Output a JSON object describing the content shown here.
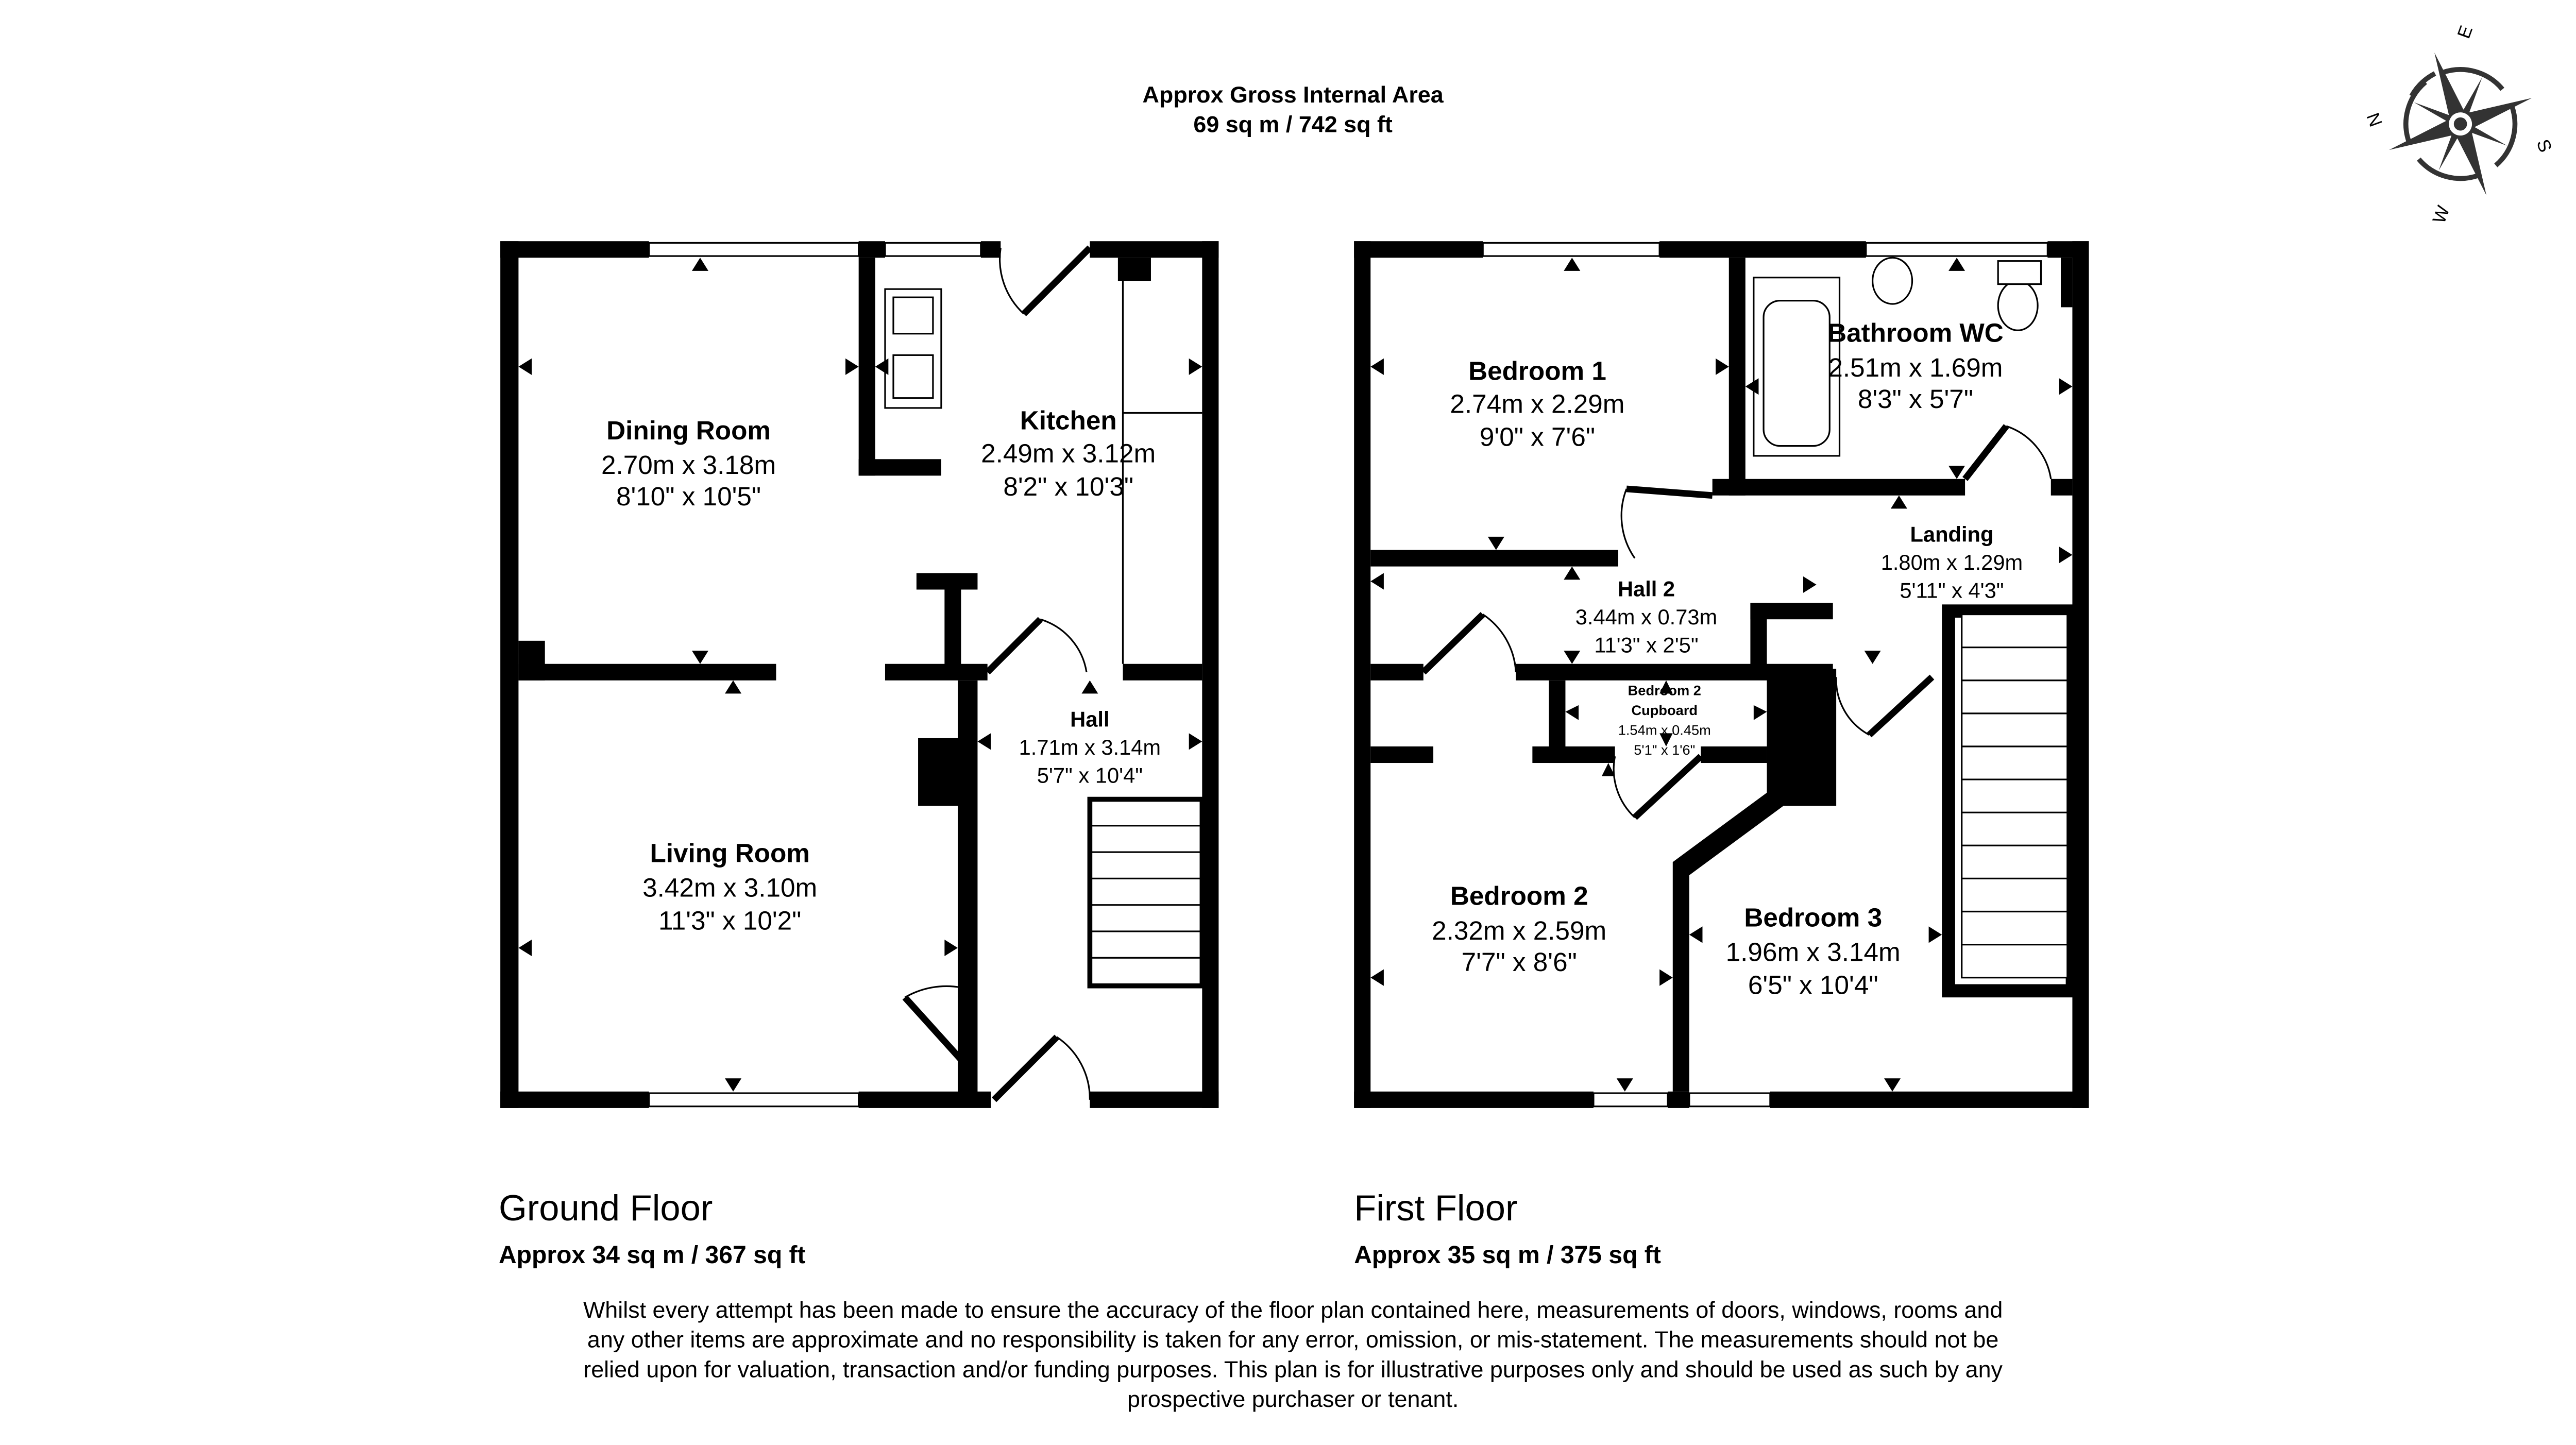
{
  "header": {
    "title": "Approx Gross Internal Area",
    "area": "69 sq m / 742 sq ft"
  },
  "compass": {
    "n": "N",
    "e": "E",
    "s": "S",
    "w": "W"
  },
  "ground_floor": {
    "title": "Ground Floor",
    "area": "Approx 34 sq m / 367 sq ft",
    "rooms": [
      {
        "name": "Dining Room",
        "metric": "2.70m x 3.18m",
        "imperial": "8'10\" x 10'5\""
      },
      {
        "name": "Kitchen",
        "metric": "2.49m x 3.12m",
        "imperial": "8'2\" x 10'3\""
      },
      {
        "name": "Living Room",
        "metric": "3.42m x 3.10m",
        "imperial": "11'3\" x 10'2\""
      },
      {
        "name": "Hall",
        "metric": "1.71m x 3.14m",
        "imperial": "5'7\" x 10'4\""
      }
    ]
  },
  "first_floor": {
    "title": "First Floor",
    "area": "Approx 35 sq m / 375 sq ft",
    "rooms": [
      {
        "name": "Bedroom 1",
        "metric": "2.74m x 2.29m",
        "imperial": "9'0\" x 7'6\""
      },
      {
        "name": "Bathroom WC",
        "metric": "2.51m x 1.69m",
        "imperial": "8'3\" x 5'7\""
      },
      {
        "name": "Landing",
        "metric": "1.80m x 1.29m",
        "imperial": "5'11\" x 4'3\""
      },
      {
        "name": "Hall 2",
        "metric": "3.44m x 0.73m",
        "imperial": "11'3\" x 2'5\""
      },
      {
        "name": "Bedroom 2",
        "name2": "Cupboard",
        "metric": "1.54m x 0.45m",
        "imperial": "5'1\" x 1'6\""
      },
      {
        "name": "Bedroom 2",
        "metric": "2.32m x 2.59m",
        "imperial": "7'7\" x 8'6\""
      },
      {
        "name": "Bedroom 3",
        "metric": "1.96m x 3.14m",
        "imperial": "6'5\" x 10'4\""
      }
    ]
  },
  "disclaimer": [
    "Whilst every attempt has been made to ensure the accuracy of the floor plan contained here, measurements of doors, windows, rooms and",
    "any other items are approximate and no responsibility is taken for any error, omission, or mis-statement. The measurements should not be",
    "relied upon for valuation, transaction and/or funding purposes. This plan is for illustrative purposes only and should be used as such by any",
    "prospective purchaser or tenant."
  ]
}
